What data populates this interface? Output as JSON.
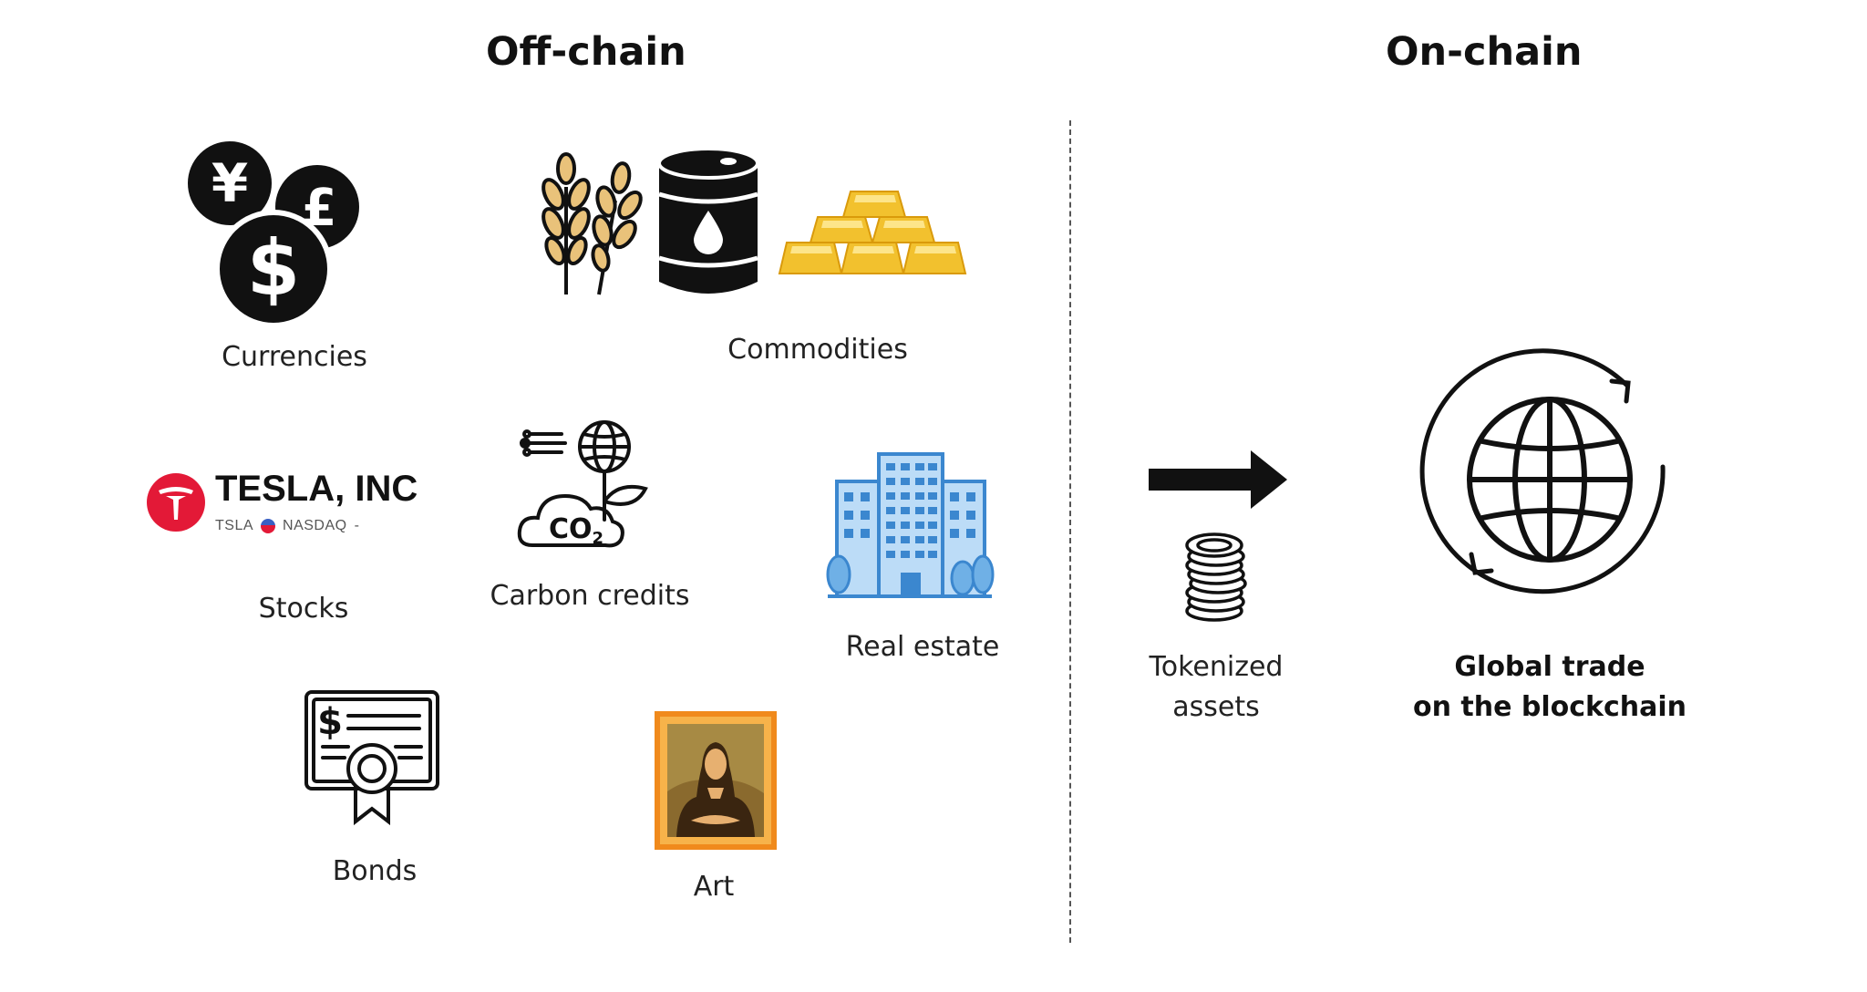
{
  "sections": {
    "off_chain": "Off-chain",
    "on_chain": "On-chain"
  },
  "assets": {
    "currencies": "Currencies",
    "commodities": "Commodities",
    "stocks": "Stocks",
    "carbon_credits": "Carbon credits",
    "real_estate": "Real estate",
    "bonds": "Bonds",
    "art": "Art"
  },
  "tesla_logo": {
    "name": "TESLA, INC",
    "ticker": "TSLA",
    "exchange": "NASDAQ",
    "suffix": "-"
  },
  "icon_text": {
    "co2": "CO",
    "co2_sub": "2"
  },
  "tokenized": {
    "line1": "Tokenized",
    "line2": "assets"
  },
  "global_trade": {
    "line1": "Global trade",
    "line2": "on the blockchain"
  },
  "colors": {
    "tesla_red": "#e31937",
    "gold": "#f2c12e",
    "wheat": "#e9c27a",
    "building_blue": "#4a95d6",
    "art_frame": "#f08a1c"
  },
  "icons": [
    "currency-coins-icon",
    "wheat-icon",
    "oil-barrel-icon",
    "gold-bars-icon",
    "tesla-logo-icon",
    "carbon-credit-icon",
    "building-icon",
    "bond-certificate-icon",
    "mona-lisa-painting-icon",
    "arrow-right-icon",
    "coin-stack-icon",
    "globe-cycle-icon"
  ]
}
